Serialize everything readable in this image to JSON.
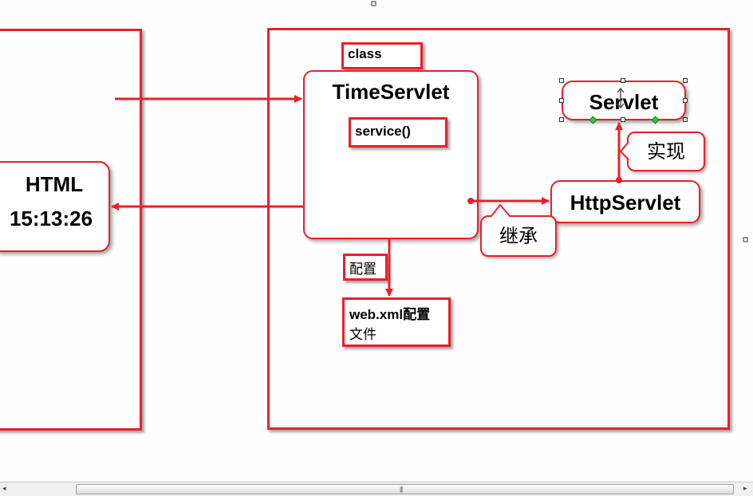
{
  "diagram": {
    "browser_node": {
      "title": "HTML",
      "time": "15:13:26"
    },
    "class_label": "class",
    "time_servlet": {
      "title": "TimeServlet",
      "method": "service()"
    },
    "servlet_node": "Servlet",
    "http_servlet_node": "HttpServlet",
    "implements_label": "实现",
    "inherits_label": "继承",
    "config_label": "配置",
    "webxml_box": {
      "line1": "web.xml配置",
      "line2": "文件"
    }
  },
  "colors": {
    "accent": "#e8202a"
  },
  "scrollbar": {
    "grip_icon": "grip-lines",
    "left_arrow": "◂",
    "right_arrow": "▸"
  }
}
